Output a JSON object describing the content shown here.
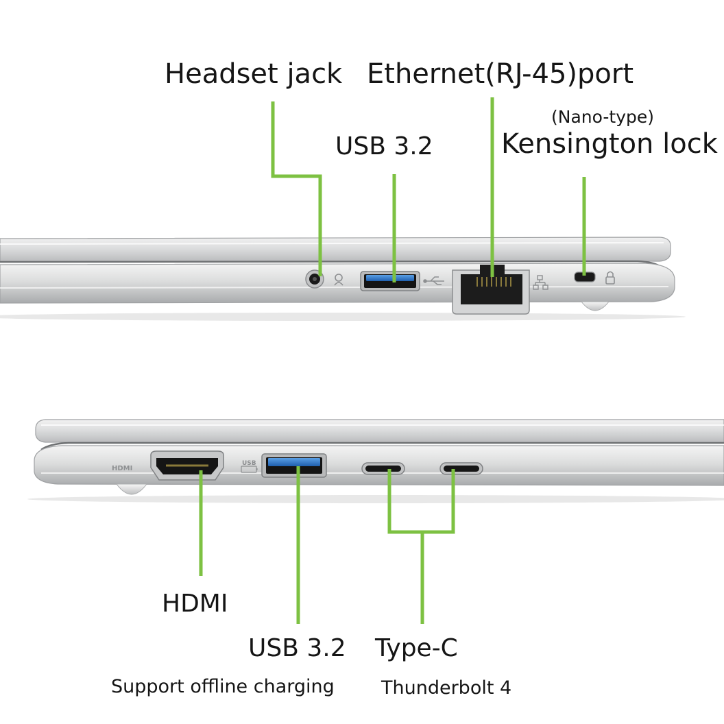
{
  "top": {
    "headset_jack": "Headset jack",
    "ethernet_port": "Ethernet(RJ-45)port",
    "usb": "USB 3.2",
    "kensington_note": "(Nano-type)",
    "kensington_lock": "Kensington lock"
  },
  "bottom": {
    "hdmi": "HDMI",
    "hdmi_engraving": "HDMI",
    "usb": "USB 3.2",
    "usb_note": "Support offline charging",
    "usb_engraving": "USB",
    "type_c": "Type-C",
    "type_c_note": "Thunderbolt 4"
  },
  "colors": {
    "leader_line": "#7dc142",
    "chassis_light": "#e9eaea",
    "chassis_mid": "#cfd0d1",
    "chassis_dark": "#8d8f91",
    "usb_blue": "#2f78c8"
  }
}
